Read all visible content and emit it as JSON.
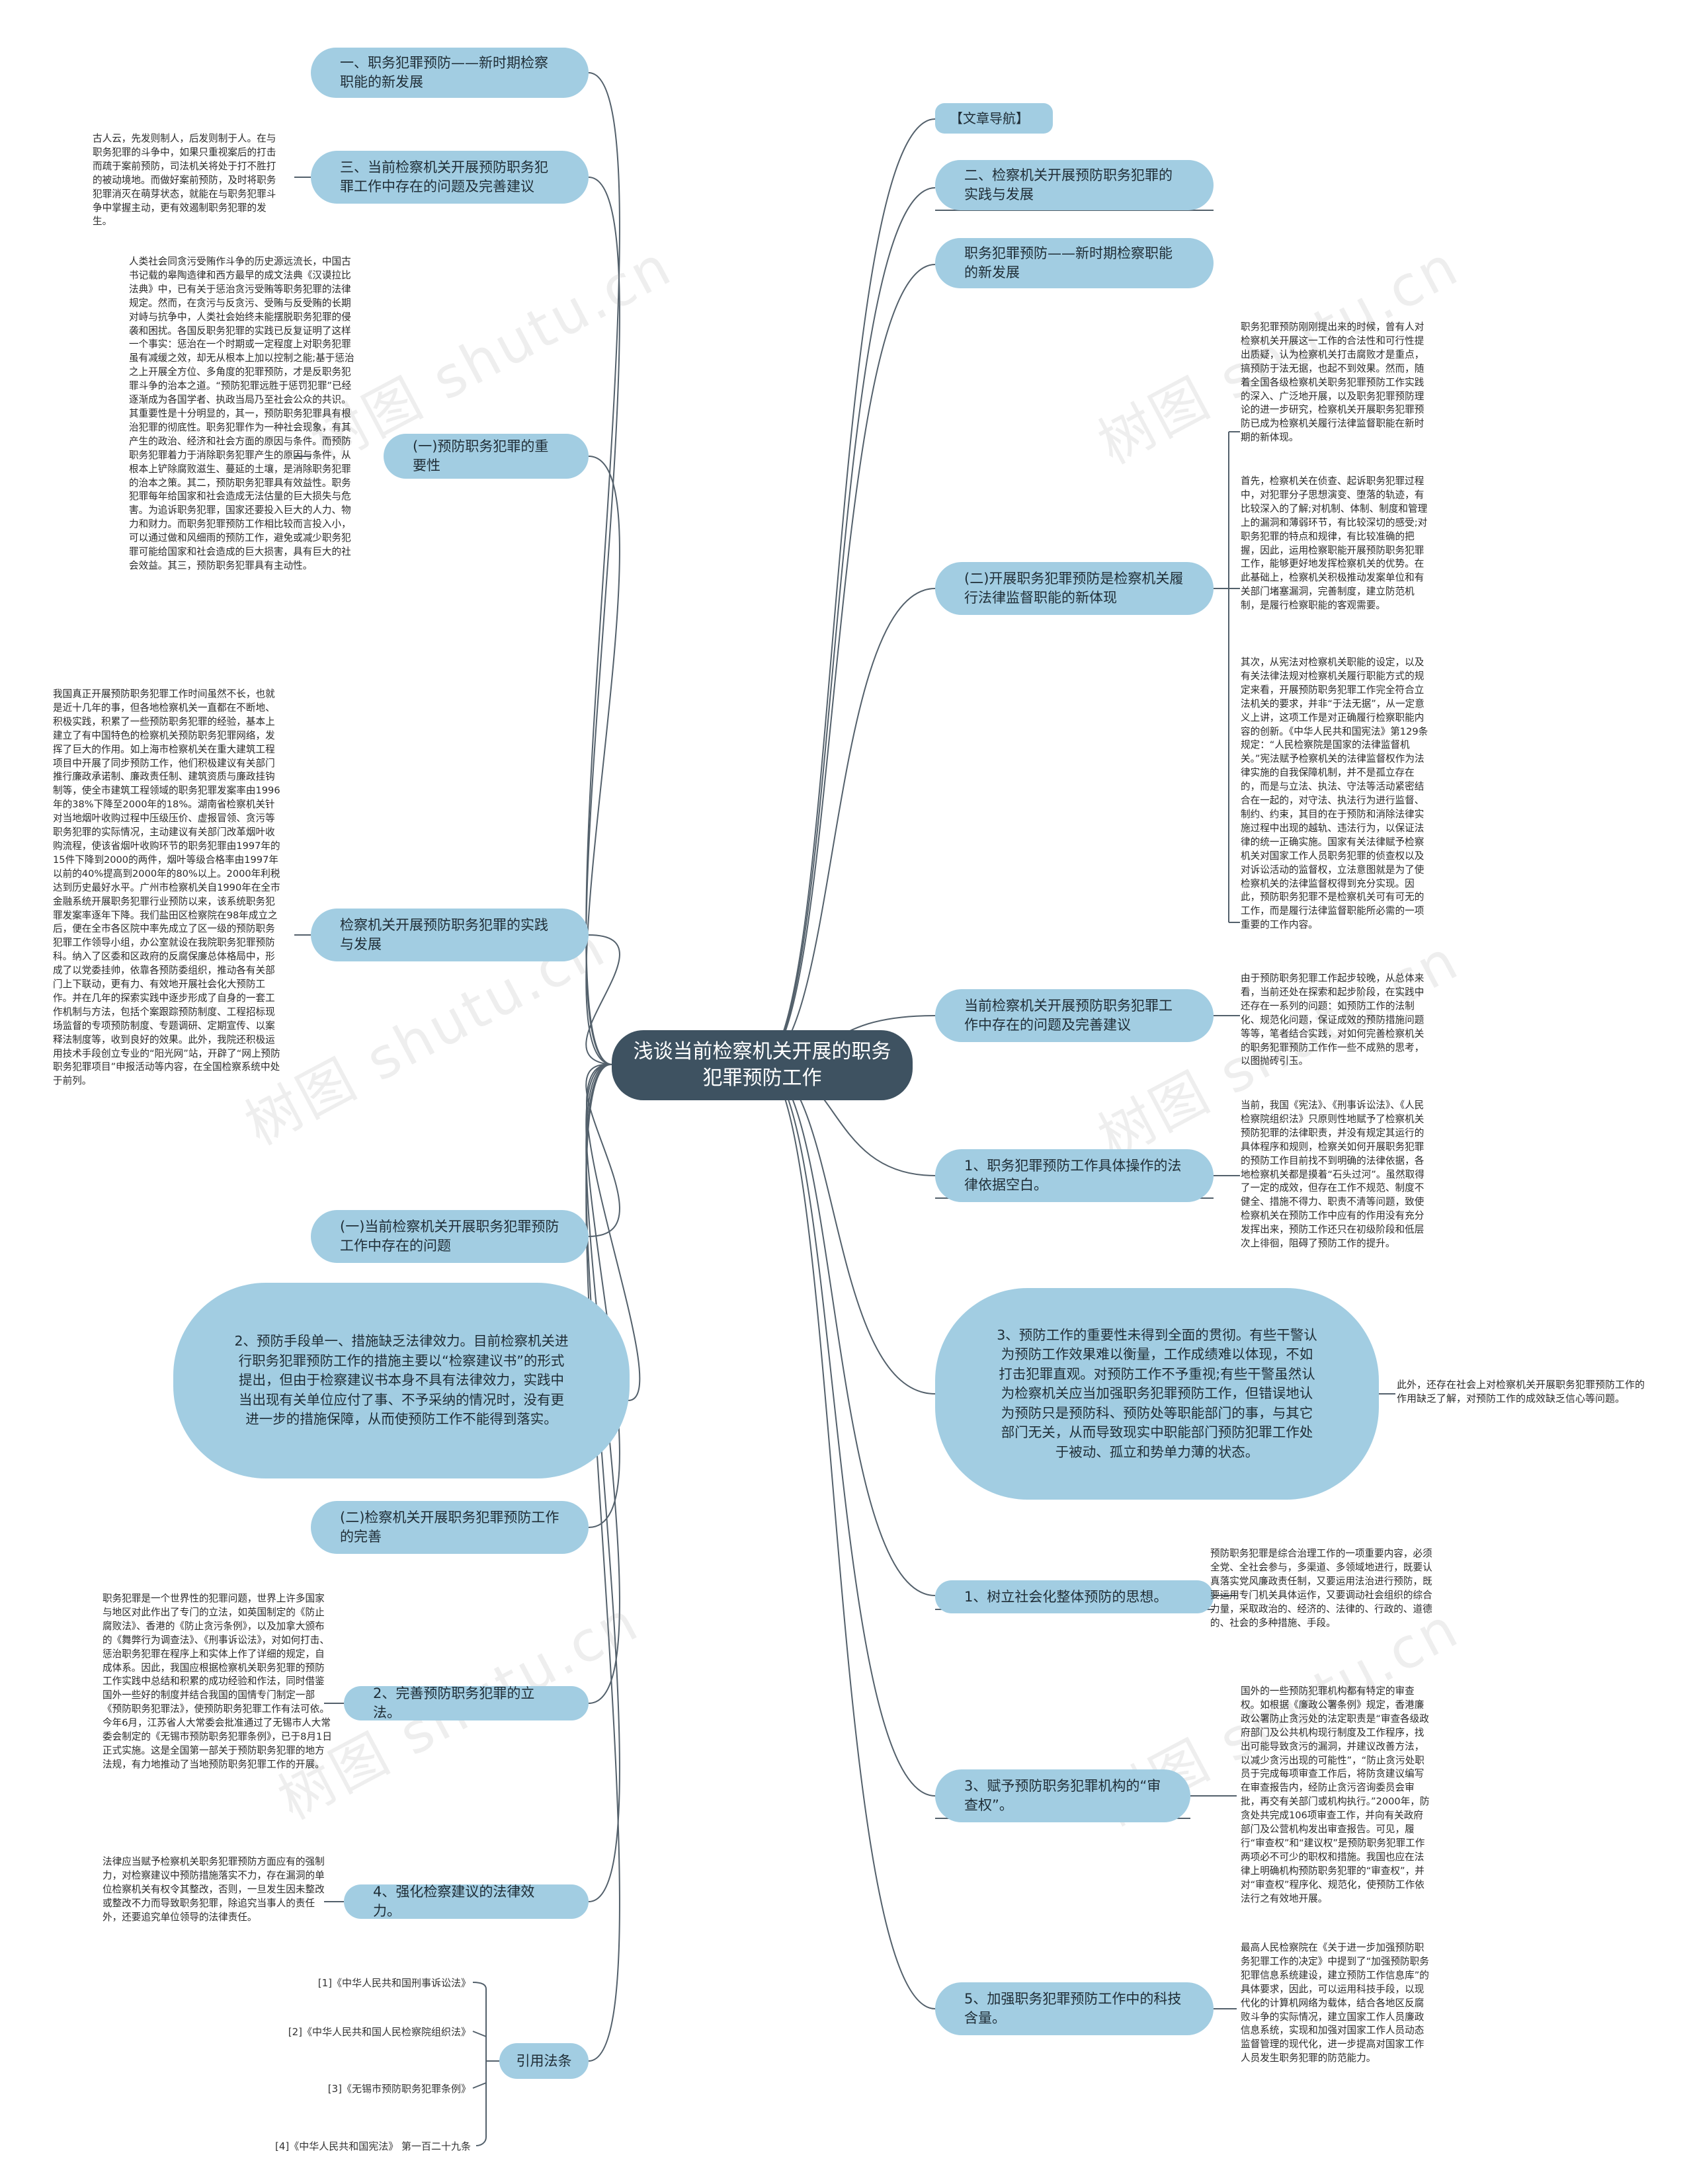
{
  "center": "浅谈当前检察机关开展的职务犯罪预防工作",
  "right": {
    "nav": "【文章导航】",
    "r2": "二、检察机关开展预防职务犯罪的实践与发展",
    "r3": "职务犯罪预防——新时期检察职能的新发展",
    "r4": "(二)开展职务犯罪预防是检察机关履行法律监督职能的新体现",
    "r4_note1": "职务犯罪预防刚刚提出来的时候，曾有人对检察机关开展这一工作的合法性和可行性提出质疑，认为检察机关打击腐败才是重点，搞预防于法无据，也起不到效果。然而，随着全国各级检察机关职务犯罪预防工作实践的深入、广泛地开展，以及职务犯罪预防理论的进一步研究，检察机关开展职务犯罪预防已成为检察机关履行法律监督职能在新时期的新体现。",
    "r4_note2": "首先，检察机关在侦查、起诉职务犯罪过程中，对犯罪分子思想演变、堕落的轨迹，有比较深入的了解;对机制、体制、制度和管理上的漏洞和薄弱环节，有比较深切的感受;对职务犯罪的特点和规律，有比较准确的把握，因此，运用检察职能开展预防职务犯罪工作，能够更好地发挥检察机关的优势。在此基础上，检察机关积极推动发案单位和有关部门堵塞漏洞，完善制度，建立防范机制，是履行检察职能的客观需要。",
    "r4_note3": "其次，从宪法对检察机关职能的设定，以及有关法律法规对检察机关履行职能方式的规定来看，开展预防职务犯罪工作完全符合立法机关的要求，并非“于法无据”，从一定意义上讲，这项工作是对正确履行检察职能内容的创新。《中华人民共和国宪法》第129条规定：“人民检察院是国家的法律监督机关。”宪法赋予检察机关的法律监督权作为法律实施的自我保障机制，并不是孤立存在的，而是与立法、执法、守法等活动紧密结合在一起的，对守法、执法行为进行监督、制约、约束，其目的在于预防和消除法律实施过程中出现的越轨、违法行为，以保证法律的统一正确实施。国家有关法律赋予检察机关对国家工作人员职务犯罪的侦查权以及对诉讼活动的监督权，立法意图就是为了使检察机关的法律监督权得到充分实现。因此，预防职务犯罪不是检察机关可有可无的工作，而是履行法律监督职能所必需的一项重要的工作内容。",
    "r5": "当前检察机关开展预防职务犯罪工作中存在的问题及完善建议",
    "r5_note": "由于预防职务犯罪工作起步较晚，从总体来看，当前还处在探索和起步阶段，在实践中还存在一系列的问题：如预防工作的法制化、规范化问题，保证成效的预防措施问题等等，笔者结合实践，对如何完善检察机关的职务犯罪预防工作作一些不成熟的思考，以图抛砖引玉。",
    "r6": "1、职务犯罪预防工作具体操作的法律依据空白。",
    "r6_note": "当前，我国《宪法》、《刑事诉讼法》、《人民检察院组织法》只原则性地赋予了检察机关预防犯罪的法律职责，并没有规定其运行的具体程序和规则，检察关如何开展职务犯罪的预防工作目前找不到明确的法律依据，各地检察机关都是摸着“石头过河”。虽然取得了一定的成效，但存在工作不规范、制度不健全、措施不得力、职责不清等问题，致使检察机关在预防工作中应有的作用没有充分发挥出来，预防工作还只在初级阶段和低层次上徘徊，阻碍了预防工作的提升。",
    "r7": "3、预防工作的重要性未得到全面的贯彻。有些干警认为预防工作效果难以衡量，工作成绩难以体现，不如打击犯罪直观。对预防工作不予重视;有些干警虽然认为检察机关应当加强职务犯罪预防工作，但错误地认为预防只是预防科、预防处等职能部门的事，与其它部门无关，从而导致现实中职能部门预防犯罪工作处于被动、孤立和势单力薄的状态。",
    "r7_note": "此外，还存在社会上对检察机关开展职务犯罪预防工作的作用缺乏了解，对预防工作的成效缺乏信心等问题。",
    "r8": "1、树立社会化整体预防的思想。",
    "r8_note": "预防职务犯罪是综合治理工作的一项重要内容，必须全党、全社会参与，多渠道、多领域地进行，既要认真落实党风廉政责任制，又要运用法治进行预防，既要运用专门机关具体运作，又要调动社会组织的综合力量，采取政治的、经济的、法律的、行政的、道德的、社会的多种措施、手段。",
    "r9": "3、赋予预防职务犯罪机构的“审查权”。",
    "r9_note": "国外的一些预防犯罪机构都有特定的审查权。如根据《廉政公署条例》规定，香港廉政公署防止贪污处的法定职责是“审查各级政府部门及公共机构现行制度及工作程序，找出可能导致贪污的漏洞，并建议改善方法，以减少贪污出现的可能性”，“防止贪污处职员于完成每项审查工作后，将防贪建议编写在审查报告内，经防止贪污咨询委员会审批，再交有关部门或机构执行。”2000年，防贪处共完成106项审查工作，并向有关政府部门及公营机构发出审查报告。可见，履行“审查权”和“建议权”是预防职务犯罪工作两项必不可少的职权和措施。我国也应在法律上明确机构预防职务犯罪的“审查权”，并对“审查权”程序化、规范化，使预防工作依法行之有效地开展。",
    "r10": "5、加强职务犯罪预防工作中的科技含量。",
    "r10_note": "最高人民检察院在《关于进一步加强预防职务犯罪工作的决定》中提到了“加强预防职务犯罪信息系统建设，建立预防工作信息库”的具体要求，因此，可以运用科技手段，以现代化的计算机网络为载体，结合各地区反腐败斗争的实际情况，建立国家工作人员廉政信息系统，实现和加强对国家工作人员动态监督管理的现代化，进一步提高对国家工作人员发生职务犯罪的防范能力。"
  },
  "left": {
    "l1": "一、职务犯罪预防——新时期检察职能的新发展",
    "l2": "三、当前检察机关开展预防职务犯罪工作中存在的问题及完善建议",
    "l2_note": "古人云，先发则制人，后发则制于人。在与职务犯罪的斗争中，如果只重视案后的打击而疏于案前预防，司法机关将处于打不胜打的被动境地。而做好案前预防，及时将职务犯罪消灭在萌芽状态，就能在与职务犯罪斗争中掌握主动，更有效遏制职务犯罪的发生。",
    "l3": "(一)预防职务犯罪的重要性",
    "l3_note": "人类社会同贪污受贿作斗争的历史源远流长，中国古书记载的皋陶造律和西方最早的成文法典《汉谟拉比法典》中，已有关于惩治贪污受贿等职务犯罪的法律规定。然而，在贪污与反贪污、受贿与反受贿的长期对峙与抗争中，人类社会始终未能摆脱职务犯罪的侵袭和困扰。各国反职务犯罪的实践已反复证明了这样一个事实：惩治在一个时期或一定程度上对职务犯罪虽有减缓之效，却无从根本上加以控制之能;基于惩治之上开展全方位、多角度的犯罪预防，才是反职务犯罪斗争的治本之道。“预防犯罪远胜于惩罚犯罪”已经逐渐成为各国学者、执政当局乃至社会公众的共识。其重要性是十分明显的，其一，预防职务犯罪具有根治犯罪的彻底性。职务犯罪作为一种社会现象，有其产生的政治、经济和社会方面的原因与条件。而预防职务犯罪着力于消除职务犯罪产生的原因与条件，从根本上铲除腐败滋生、蔓延的土壤，是消除职务犯罪的治本之策。其二，预防职务犯罪具有效益性。职务犯罪每年给国家和社会造成无法估量的巨大损失与危害。为追诉职务犯罪，国家还要投入巨大的人力、物力和财力。而职务犯罪预防工作相比较而言投入小，可以通过做和风细雨的预防工作，避免或减少职务犯罪可能给国家和社会造成的巨大损害，具有巨大的社会效益。其三，预防职务犯罪具有主动性。",
    "l4": "检察机关开展预防职务犯罪的实践与发展",
    "l4_note": "我国真正开展预防职务犯罪工作时间虽然不长，也就是近十几年的事，但各地检察机关一直都在不断地、积极实践，积累了一些预防职务犯罪的经验，基本上建立了有中国特色的检察机关预防职务犯罪网络，发挥了巨大的作用。如上海市检察机关在重大建筑工程项目中开展了同步预防工作，他们积极建议有关部门推行廉政承诺制、廉政责任制、建筑资质与廉政挂钩制等，使全市建筑工程领域的职务犯罪发案率由1996年的38%下降至2000年的18%。湖南省检察机关针对当地烟叶收购过程中压级压价、虚报冒领、贪污等职务犯罪的实际情况，主动建议有关部门改革烟叶收购流程，使该省烟叶收购环节的职务犯罪由1997年的15件下降到2000的两件，烟叶等级合格率由1997年以前的40%提高到2000年的80%以上。2000年利税达到历史最好水平。广州市检察机关自1990年在全市金融系统开展职务犯罪行业预防以来，该系统职务犯罪发案率逐年下降。我们盐田区检察院在98年成立之后，便在全市各区院中率先成立了区一级的预防职务犯罪工作领导小组，办公室就设在我院职务犯罪预防科。纳入了区委和区政府的反腐保廉总体格局中，形成了以党委挂帅，依靠各预防委组织，推动各有关部门上下联动，更有力、有效地开展社会化大预防工作。并在几年的探索实践中逐步形成了自身的一套工作机制与方法，包括个案跟踪预防制度、工程招标现场监督的专项预防制度、专题调研、定期宣传、以案释法制度等，收到良好的效果。此外，我院还积极运用技术手段创立专业的“阳光网”站，开辟了“网上预防职务犯罪项目”申报活动等内容，在全国检察系统中处于前列。",
    "l5": "(一)当前检察机关开展职务犯罪预防工作中存在的问题",
    "l6": "2、预防手段单一、措施缺乏法律效力。目前检察机关进行职务犯罪预防工作的措施主要以“检察建议书”的形式提出，但由于检察建议书本身不具有法律效力，实践中当出现有关单位应付了事、不予采纳的情况时，没有更进一步的措施保障，从而使预防工作不能得到落实。",
    "l7": "(二)检察机关开展职务犯罪预防工作的完善",
    "l8": "2、完善预防职务犯罪的立法。",
    "l8_note": "职务犯罪是一个世界性的犯罪问题，世界上许多国家与地区对此作出了专门的立法，如英国制定的《防止腐败法》、香港的《防止贪污条例》，以及加拿大颁布的《舞弊行为调查法》、《刑事诉讼法》，对如何打击、惩治职务犯罪在程序上和实体上作了详细的规定，自成体系。因此，我国应根据检察机关职务犯罪的预防工作实践中总结和积累的成功经验和作法，同时借鉴国外一些好的制度并结合我国的国情专门制定一部《预防职务犯罪法》，使预防职务犯罪工作有法可依。今年6月，江苏省人大常委会批准通过了无锡市人大常委会制定的《无锡市预防职务犯罪条例》，已于8月1日正式实施。这是全国第一部关于预防职务犯罪的地方法规，有力地推动了当地预防职务犯罪工作的开展。",
    "l9": "4、强化检察建议的法律效力。",
    "l9_note": "法律应当赋予检察机关职务犯罪预防方面应有的强制力，对检察建议中预防措施落实不力，存在漏洞的单位检察机关有权令其整改，否则，一旦发生因未整改或整改不力而导致职务犯罪，除追究当事人的责任外，还要追究单位领导的法律责任。",
    "l10": "引用法条",
    "refs": [
      "[1]《中华人民共和国刑事诉讼法》",
      "[2]《中华人民共和国人民检察院组织法》",
      "[3]《无锡市预防职务犯罪条例》",
      "[4]《中华人民共和国宪法》 第一百二十九条"
    ]
  },
  "watermarks": [
    "树图 shutu.cn",
    "树图 shutu.cn",
    "树图 shutu.cn",
    "树图 shutu.cn",
    "树图 shutu.cn",
    "树图 shutu.cn"
  ],
  "colors": {
    "node": "#a2cde2",
    "center": "#3e5261",
    "line": "#53606b"
  }
}
